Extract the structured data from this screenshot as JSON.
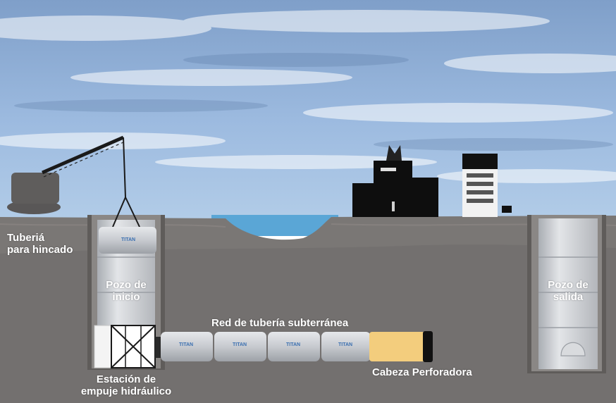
{
  "labels": {
    "tuberia_hincado_1": "Tuberiá",
    "tuberia_hincado_2": "para hincado",
    "pozo_inicio_1": "Pozo de",
    "pozo_inicio_2": "inicio",
    "pozo_salida_1": "Pozo de",
    "pozo_salida_2": "salida",
    "red_tuberia": "Red de tubería subterránea",
    "estacion_1": "Estación de",
    "estacion_2": "empuje hidráulico",
    "cabeza": "Cabeza Perforadora"
  },
  "brand": "TITAN",
  "colors": {
    "sky_top": "#8fb0d6",
    "sky_bottom": "#a9c6e4",
    "ground": "#7a7775",
    "ground_dark": "#6b6866",
    "water": "#5aa6d6",
    "pipe": "#c9ccd0",
    "drill_head": "#f3cd7d",
    "label_text": "#ffffff"
  }
}
